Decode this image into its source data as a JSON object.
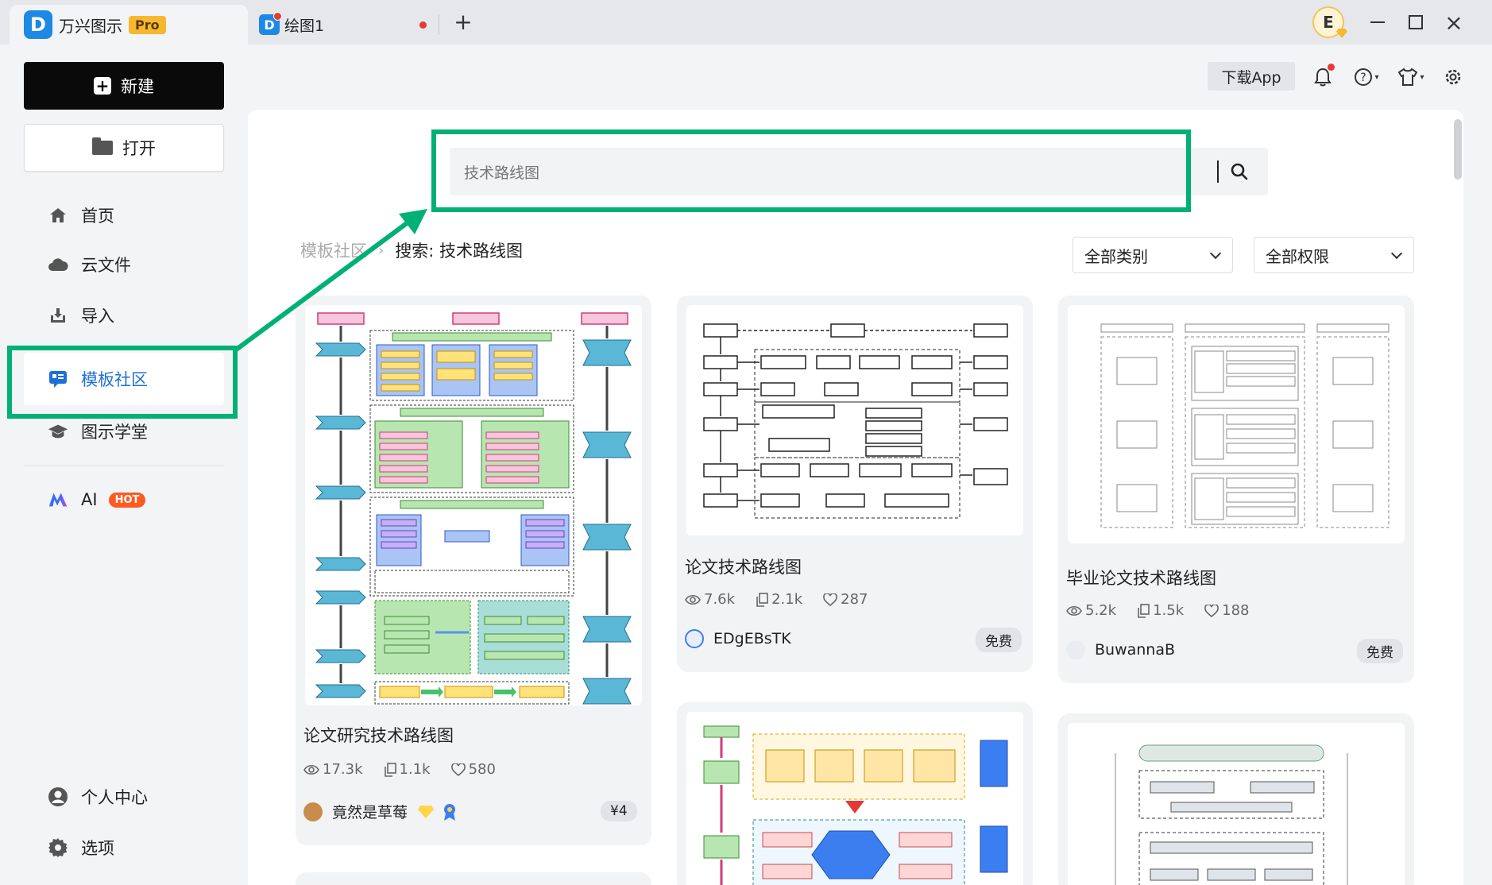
{
  "titlebar": {
    "app_name": "万兴图示",
    "pro_label": "Pro",
    "doc_tab": "绘图1",
    "new_tab_label": "+",
    "avatar_letter": "E"
  },
  "sidebar": {
    "new_label": "新建",
    "open_label": "打开",
    "items": [
      {
        "label": "首页",
        "icon": "home-icon"
      },
      {
        "label": "云文件",
        "icon": "cloud-icon"
      },
      {
        "label": "导入",
        "icon": "import-icon"
      },
      {
        "label": "模板社区",
        "icon": "template-community-icon",
        "active": true
      },
      {
        "label": "图示学堂",
        "icon": "graduation-cap-icon"
      },
      {
        "label": "AI",
        "icon": "ai-logo-icon",
        "badge": "HOT"
      },
      {
        "label": "个人中心",
        "icon": "user-icon"
      },
      {
        "label": "选项",
        "icon": "gear-icon"
      }
    ]
  },
  "header": {
    "download_app_label": "下载App"
  },
  "search": {
    "placeholder": "技术路线图"
  },
  "breadcrumb": {
    "root": "模板社区",
    "current": "搜索: 技术路线图"
  },
  "filters": {
    "category": "全部类别",
    "permission": "全部权限"
  },
  "cards": [
    {
      "title": "论文研究技术路线图",
      "views": "17.3k",
      "copies": "1.1k",
      "likes": "580",
      "author": "竟然是草莓",
      "price": "¥4"
    },
    {
      "title": "论文技术路线图",
      "views": "7.6k",
      "copies": "2.1k",
      "likes": "287",
      "author": "EDgEBsTK",
      "price": "免费"
    },
    {
      "title": "毕业论文技术路线图",
      "views": "5.2k",
      "copies": "1.5k",
      "likes": "188",
      "author": "BuwannaB",
      "price": "免费"
    }
  ],
  "colors": {
    "accent": "#1e6fd6",
    "highlight_annotation": "#00b074",
    "pro_badge": "#f5b82e",
    "hot_badge": "#ff5a1f"
  }
}
